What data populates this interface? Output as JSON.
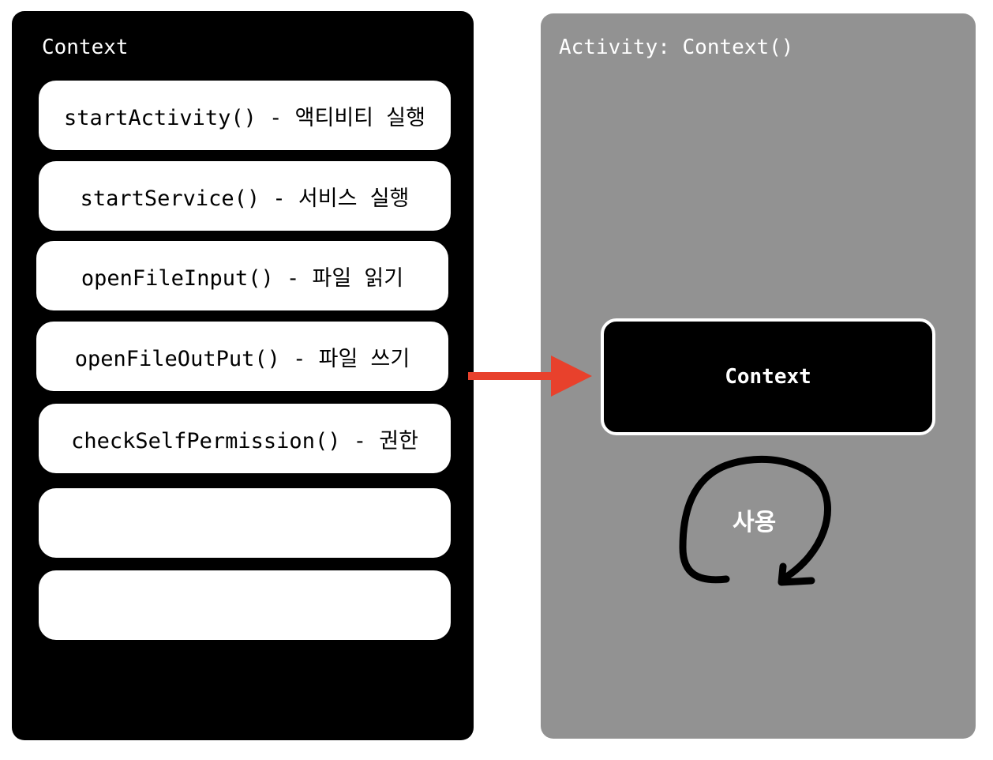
{
  "left_panel": {
    "title": "Context",
    "methods": [
      "startActivity() - 액티비티 실행",
      "startService() - 서비스 실행",
      "openFileInput() - 파일 읽기",
      "openFileOutPut() - 파일 쓰기",
      "checkSelfPermission() - 권한",
      "",
      ""
    ]
  },
  "right_panel": {
    "title": "Activity: Context()",
    "context_box_label": "Context",
    "loop_label": "사용"
  },
  "colors": {
    "left_panel_bg": "#000000",
    "right_panel_bg": "#929292",
    "arrow": "#e8412c",
    "method_box_bg": "#ffffff"
  },
  "icons": {
    "arrow": "arrow-right-icon",
    "loop": "loop-arrow-icon"
  }
}
